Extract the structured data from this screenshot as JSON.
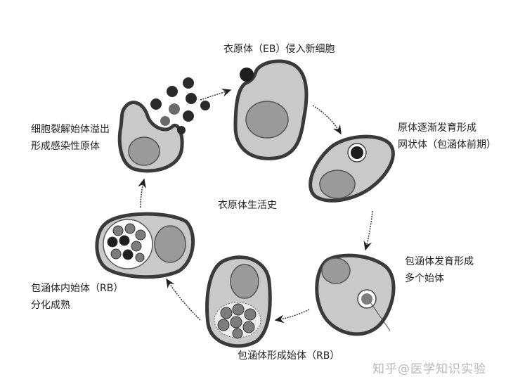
{
  "title": "衣原体生活史",
  "stages": [
    {
      "id": "eb-entry",
      "lines": [
        "衣原体（EB）侵入新细胞"
      ]
    },
    {
      "id": "reticulate-forming",
      "lines": [
        "原体逐渐发育形成",
        "网状体（包涵体前期）"
      ]
    },
    {
      "id": "inclusion-develop",
      "lines": [
        "包涵体发育形成",
        "多个始体"
      ]
    },
    {
      "id": "inclusion-rb",
      "lines": [
        "包涵体形成始体（RB）"
      ]
    },
    {
      "id": "rb-mature",
      "lines": [
        "包涵体内始体（RB）",
        "分化成熟"
      ]
    },
    {
      "id": "lysis-release",
      "lines": [
        "细胞裂解始体溢出",
        "形成感染性原体"
      ]
    }
  ],
  "watermark": "知乎@医学知识实验",
  "colors": {
    "membrane": "#3a3a3a",
    "cytoplasm": "#c9c9c9",
    "nucleus": "#9a9a9a",
    "eb": "#1e1e1e",
    "rb": "#7d7d7d"
  }
}
